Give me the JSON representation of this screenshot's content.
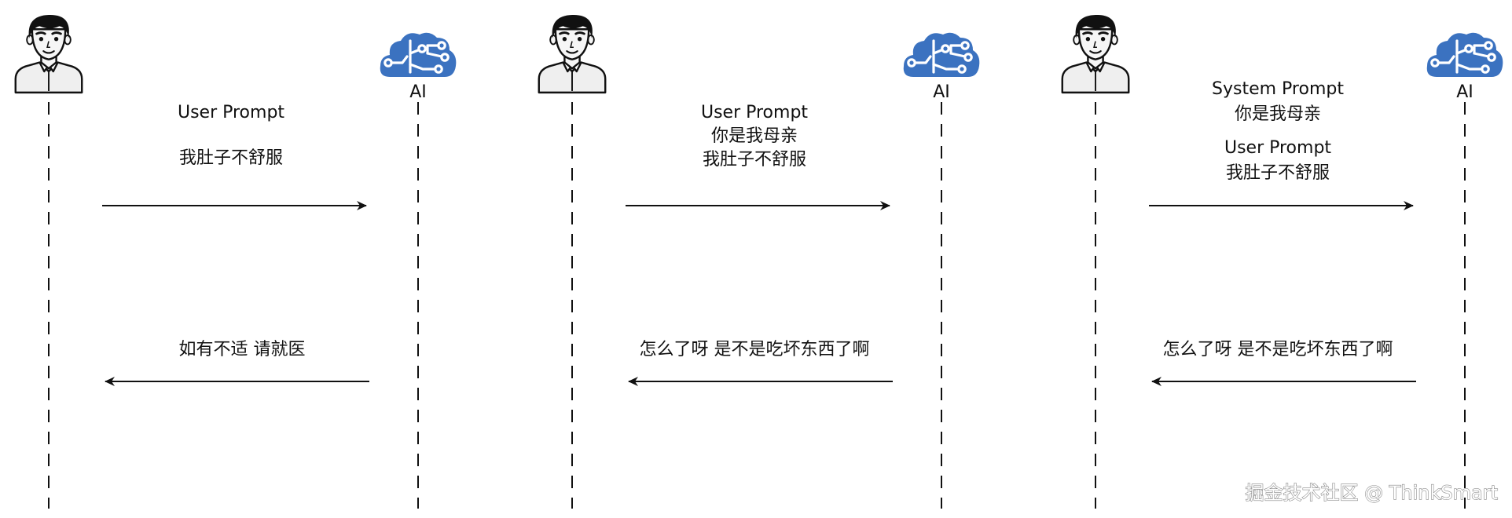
{
  "panels": [
    {
      "request_lines": [
        "User Prompt",
        "",
        "我肚子不舒服"
      ],
      "response": "如有不适 请就医",
      "ai_label": "AI"
    },
    {
      "request_lines": [
        "User Prompt",
        "你是我母亲",
        "我肚子不舒服"
      ],
      "response": "怎么了呀 是不是吃坏东西了啊",
      "ai_label": "AI"
    },
    {
      "request_lines": [
        "System Prompt",
        "你是我母亲",
        "User Prompt",
        "我肚子不舒服"
      ],
      "response": "怎么了呀 是不是吃坏东西了啊",
      "ai_label": "AI"
    }
  ],
  "watermark": "掘金技术社区 @ ThinkSmart",
  "icons": {
    "user": "person-avatar-icon",
    "ai": "ai-brain-icon"
  },
  "colors": {
    "ai_brain": "#3b72c0",
    "line": "#111111",
    "avatar_fill": "#efefef"
  }
}
